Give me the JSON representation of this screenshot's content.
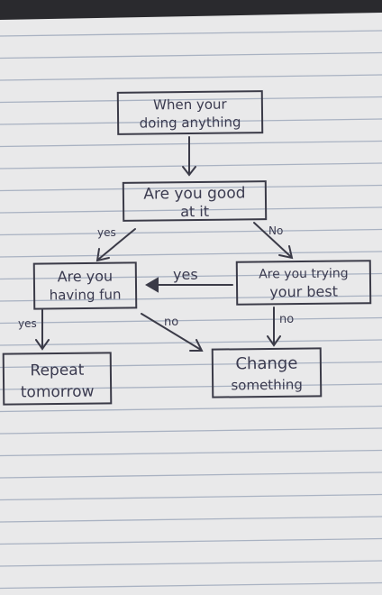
{
  "nodes": {
    "start": {
      "line1": "When your",
      "line2": "doing anything"
    },
    "good": {
      "line1": "Are you good",
      "line2": "at it"
    },
    "fun": {
      "line1": "Are you",
      "line2": "having fun"
    },
    "trying": {
      "line1": "Are you trying",
      "line2": "your best"
    },
    "repeat": {
      "line1": "Repeat",
      "line2": "tomorrow"
    },
    "change": {
      "line1": "Change",
      "line2": "something"
    }
  },
  "edges": {
    "good_yes": "yes",
    "good_no": "No",
    "trying_yes": "yes",
    "fun_yes": "yes",
    "fun_no": "no",
    "trying_no": "no"
  },
  "colors": {
    "paper": "#e9e9ea",
    "rule": "#a9b2c2",
    "ink": "#3b3b48"
  }
}
